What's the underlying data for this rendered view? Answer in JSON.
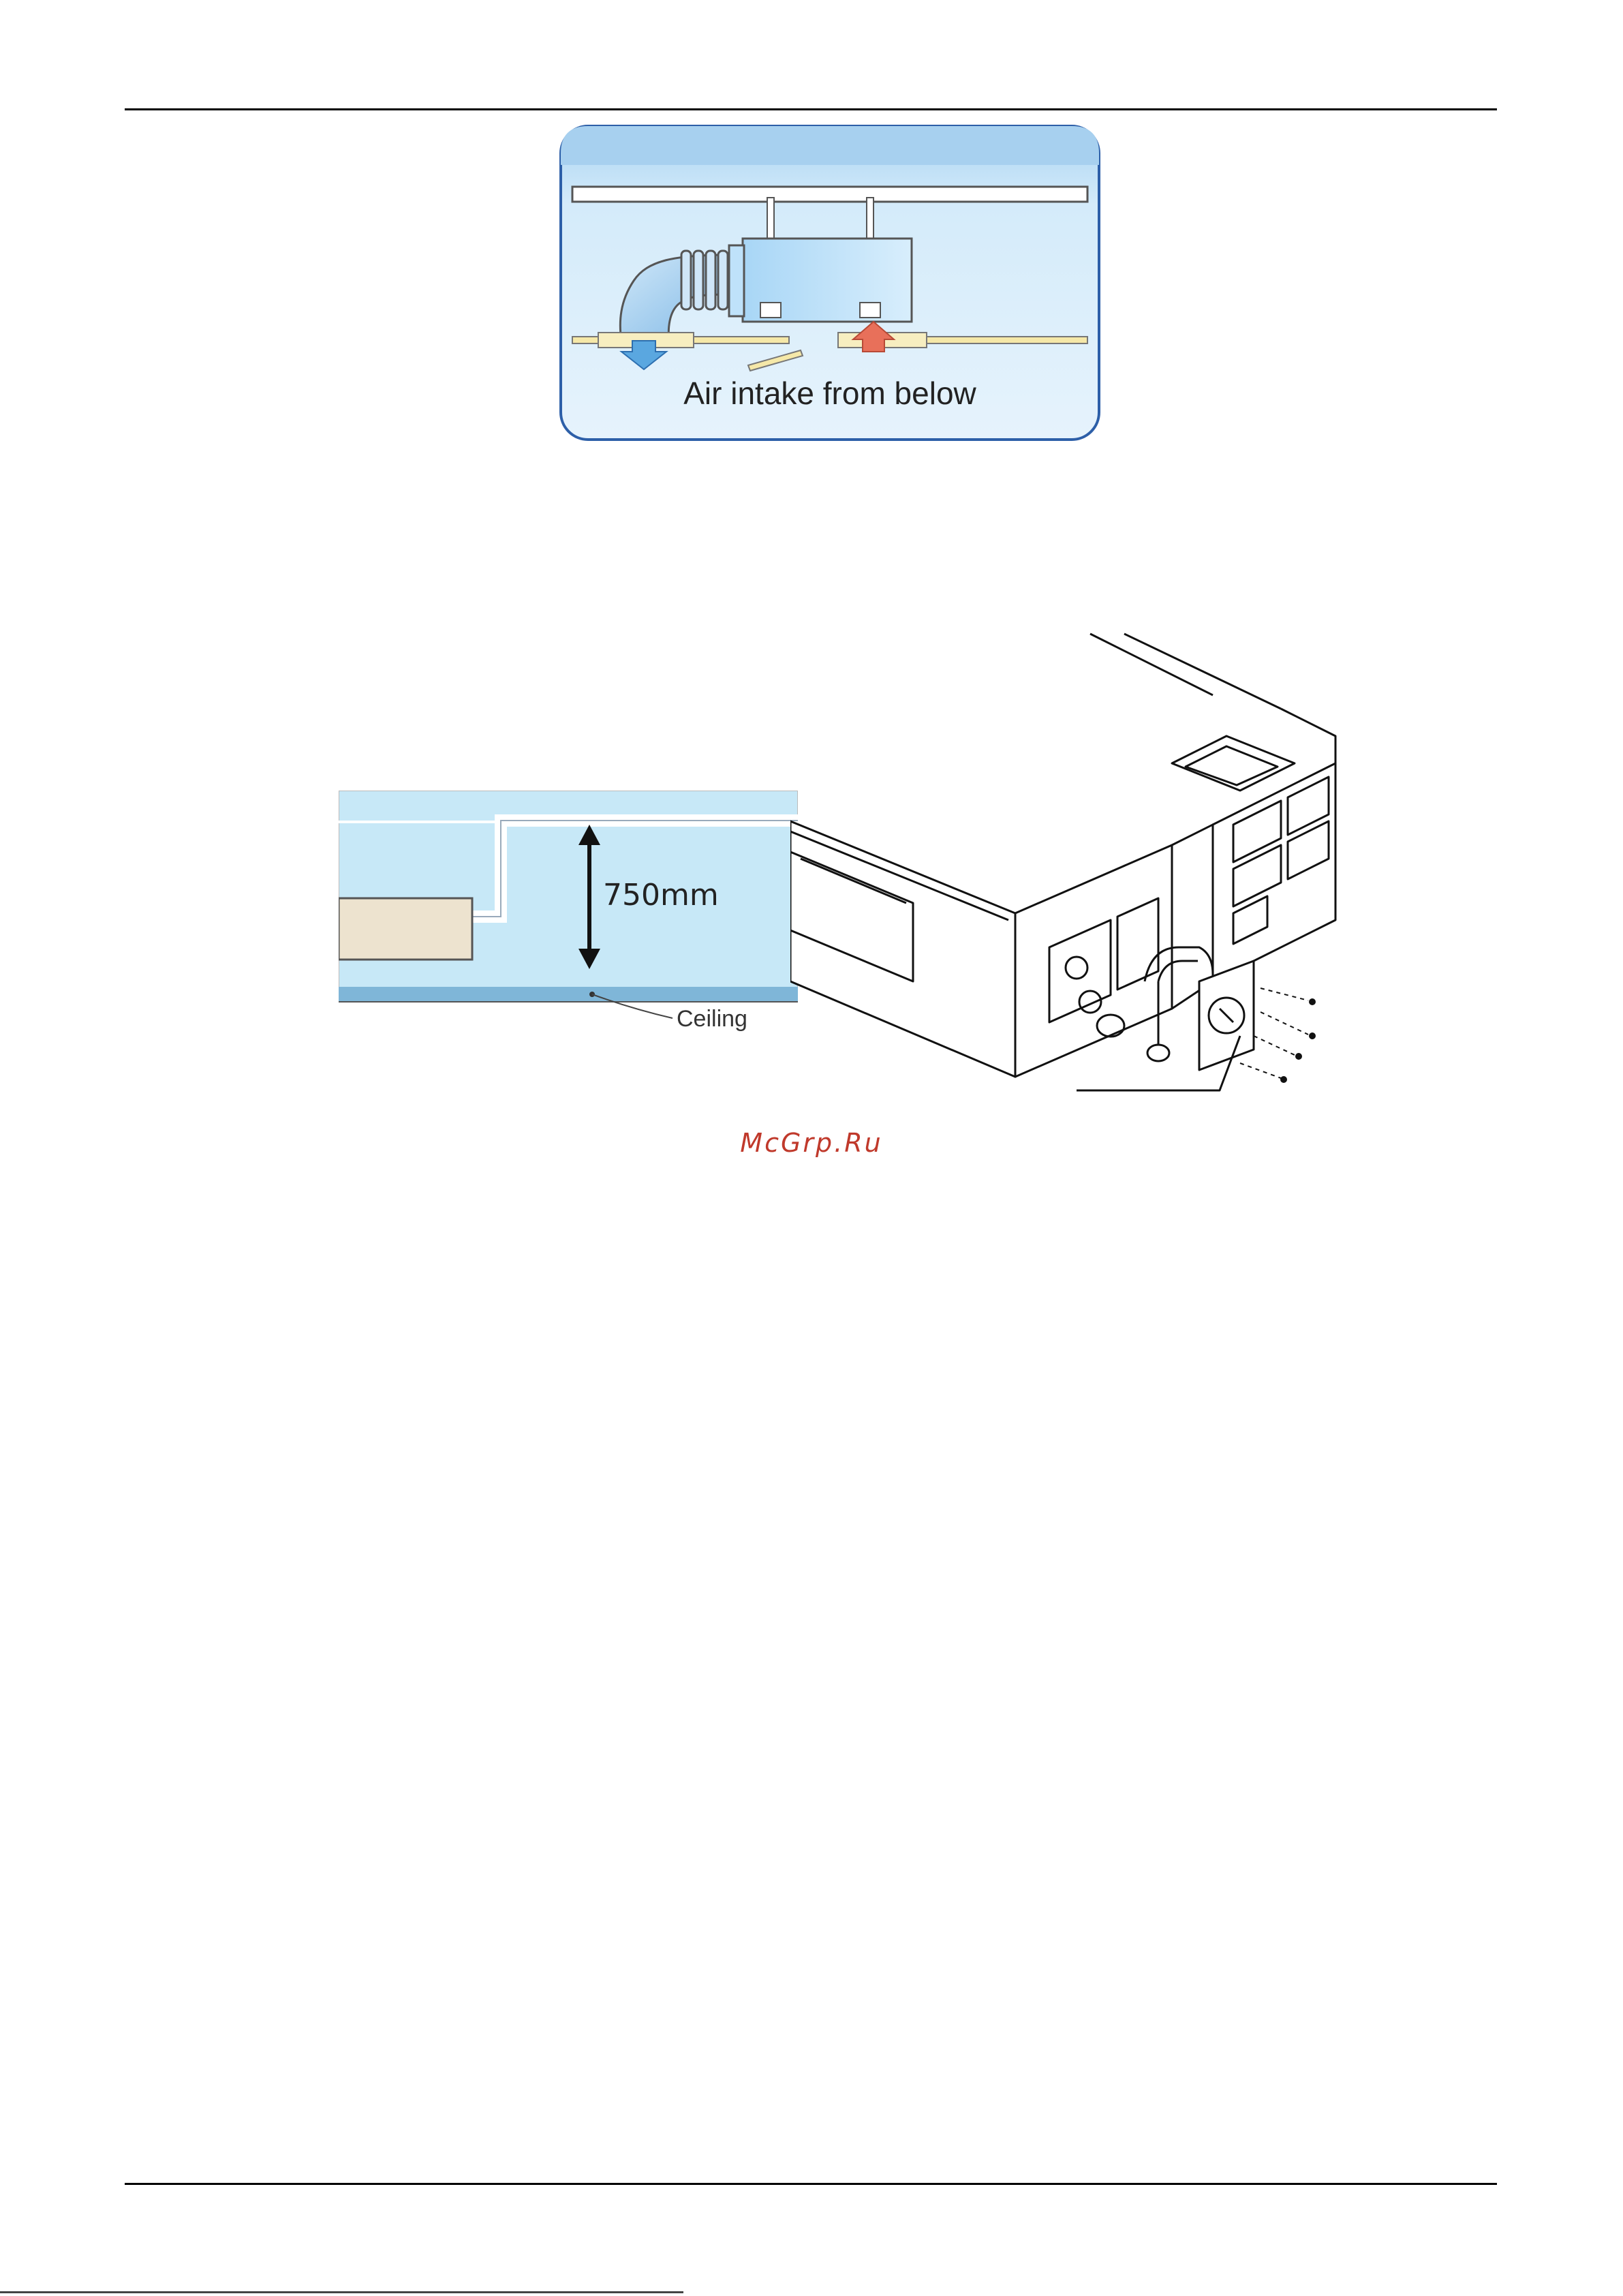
{
  "figures": {
    "air_intake": {
      "caption": "Air intake from below",
      "colors": {
        "panel_top": "#a9d3f2",
        "panel_bottom": "#e6f3fc",
        "border": "#2d5fa8",
        "unit_body": "#bfe2fa",
        "duct": "#8ec4ec",
        "grille": "#f5e8a8",
        "arrow_supply": "#5aa7e0",
        "arrow_intake": "#e8705a"
      }
    },
    "ceiling_clearance": {
      "dimension": "750mm",
      "ceiling_label": "Ceiling",
      "colors": {
        "space": "#c7e8f7",
        "ceiling_band": "#7fb6d8",
        "unit_box": "#ede3cf"
      }
    },
    "unit_drawing": {
      "colors": {
        "line": "#111111",
        "fill": "#ffffff"
      }
    }
  },
  "watermark": "McGrp.Ru"
}
